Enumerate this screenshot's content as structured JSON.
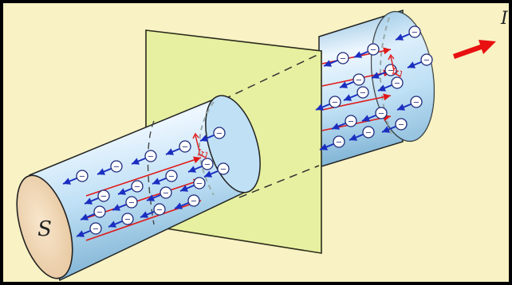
{
  "labels": {
    "current": "I",
    "area": "S",
    "field_near": "E",
    "field_far": "E",
    "electron": "−"
  },
  "colors": {
    "frame": "#000000",
    "canvas": "#f8f2c4",
    "plane": "#e6f0a0",
    "plane_edge": "#2a2a1a",
    "wire_light": "#eef7ff",
    "wire_mid": "#bfe0f5",
    "wire_dark": "#7fb3d4",
    "cross_section": "#f3d9b8",
    "field_arrow": "#e01818",
    "electron_arrow": "#1a2ec0",
    "current_arrow": "#e81010",
    "electron_stroke": "#1e2a7a"
  },
  "icons": {
    "current_arrow": "thick-red-arrow",
    "electron": "circle-with-minus",
    "field_vector": "vector-arrow-over-letter"
  }
}
